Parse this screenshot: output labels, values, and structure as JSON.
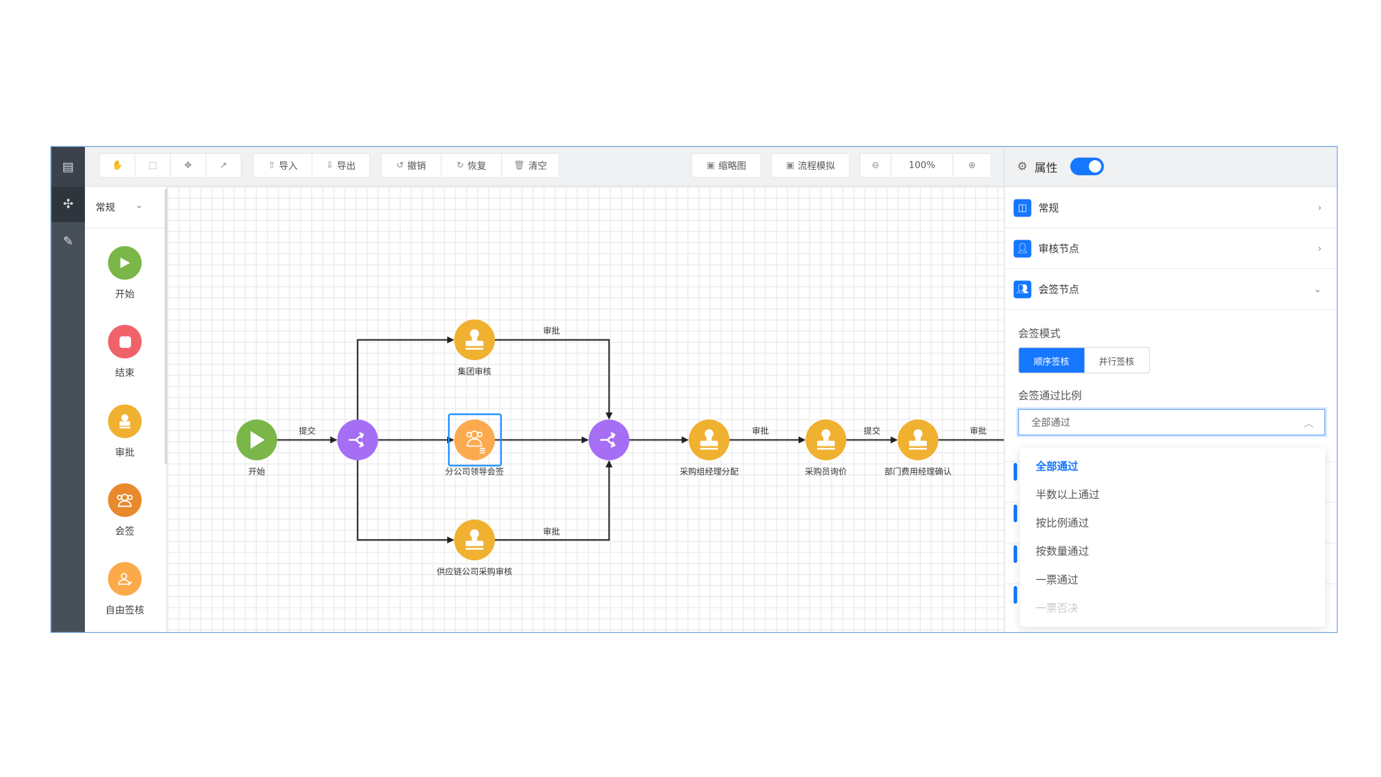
{
  "toolbar": {
    "icon_buttons": [
      "hand-icon",
      "select-icon",
      "move-icon",
      "connect-icon"
    ],
    "import": "导入",
    "export": "导出",
    "undo": "撤销",
    "redo": "恢复",
    "clear": "清空",
    "minimap": "缩略图",
    "simulate": "流程模拟",
    "zoom": "100%"
  },
  "palette": {
    "category": "常规",
    "items": [
      {
        "label": "开始",
        "color": "#7ab648"
      },
      {
        "label": "结束",
        "color": "#f0626a"
      },
      {
        "label": "审批",
        "color": "#f0b030"
      },
      {
        "label": "会签",
        "color": "#e8892b"
      },
      {
        "label": "自由签核",
        "color": "#fca94a"
      }
    ]
  },
  "canvas": {
    "nodes": {
      "start": "开始",
      "group_review": "集团审核",
      "branch_countersign": "分公司领导会签",
      "supply_review": "供应链公司采购审核",
      "purchase_manager": "采购组经理分配",
      "purchaser_inquiry": "采购员询价",
      "dept_manager": "部门费用经理确认"
    },
    "edges": {
      "submit": "提交",
      "approve": "审批"
    },
    "colors": {
      "gateway": "#a56ef5",
      "approve": "#f0b030",
      "countersign": "#fcaa50",
      "start": "#7ab648",
      "selection": "#1e90ff"
    }
  },
  "panel": {
    "title": "属性",
    "toggle_on": true,
    "sections": [
      "常规",
      "审核节点",
      "会签节点"
    ],
    "mode_label": "会签模式",
    "mode_options": [
      "顺序签核",
      "并行签核"
    ],
    "mode_selected": "顺序签核",
    "ratio_label": "会签通过比例",
    "ratio_value": "全部通过",
    "ratio_options": [
      "全部通过",
      "半数以上通过",
      "按比例通过",
      "按数量通过",
      "一票通过",
      "一票否决"
    ]
  },
  "accent": "#1677ff"
}
